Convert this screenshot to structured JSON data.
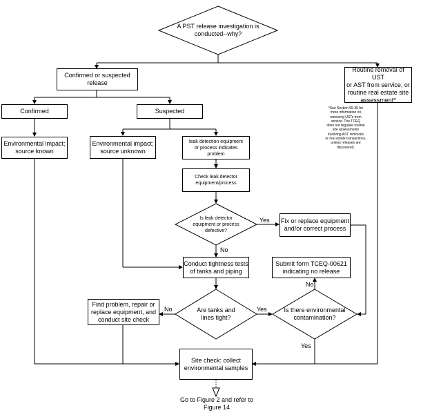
{
  "flowchart": {
    "start": "A PST release investigation is\nconducted--why?",
    "confirmed_or_suspected": "Confirmed or suspected\nrelease",
    "routine_removal": "Routine removal of UST\nor AST from service, or\nroutine real estate site\nassessment*",
    "footnote": "*See Section 99-36 for\nmore information on\nremoving USTs from\nservice. The TCEQ\ndoes not regulate routine\nsite assessments\ninvolving AST removals\nor real estate transactions,\nunless releases are\ndiscovered.",
    "confirmed": "Confirmed",
    "suspected": "Suspected",
    "env_impact_known": "Environmental impact;\nsource known",
    "env_impact_unknown": "Environmental impact;\nsource unknown",
    "leak_detection_indicates": "leak detection equipment\nor process indicates\nproblem",
    "check_leak_detector": "Check leak detector\nequipment/process",
    "is_detector_defective": "Is leak detector\nequipment or process\ndefective?",
    "fix_or_replace": "Fix or replace equipment\nand/or correct process",
    "tightness_tests": "Conduct tightness tests\nof tanks and piping",
    "submit_form": "Submit form TCEQ-00621\nindicating no release",
    "find_problem": "Find problem, repair or\nreplace equipment, and\nconduct site check",
    "tanks_tight": "Are tanks and\nlines tight?",
    "env_contamination": "Is there environmental\ncontamination?",
    "site_check": "Site check: collect\nenvironmental samples",
    "go_to_figure": "Go to Figure 2 and refer to\nFigure 14",
    "labels": {
      "yes_defective": "Yes",
      "no_defective": "No",
      "no_tight": "No",
      "yes_tight": "Yes",
      "no_contamination": "No",
      "yes_contamination": "Yes"
    }
  }
}
